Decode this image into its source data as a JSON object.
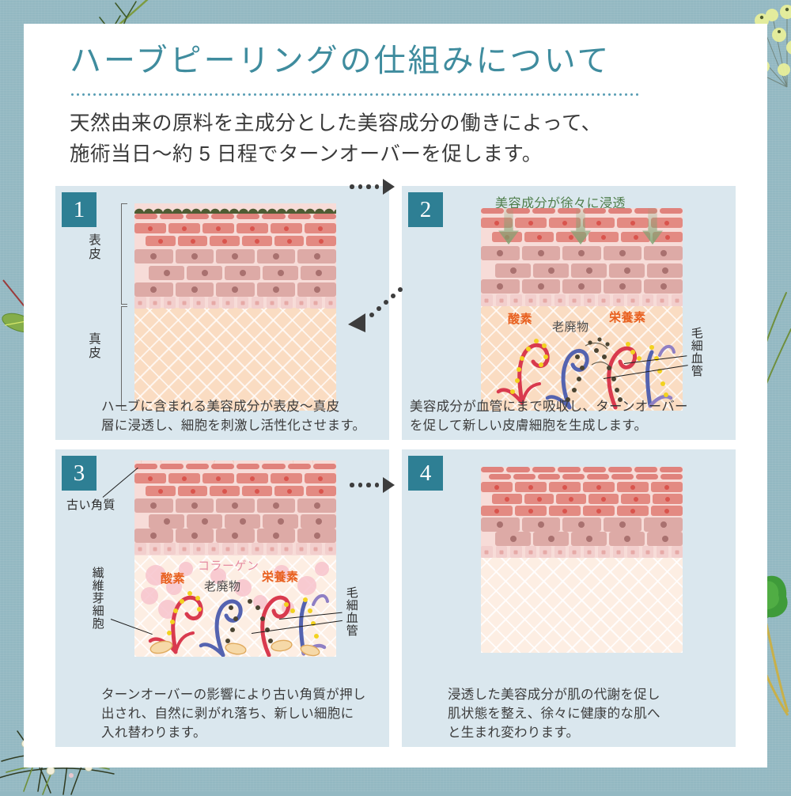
{
  "header": {
    "title": "ハーブピーリングの仕組みについて",
    "lead_line1": "天然由来の原料を主成分とした美容成分の働きによって、",
    "lead_line2": "施術当日〜約 5 日程でターンオーバーを促します。"
  },
  "colors": {
    "frame": "#93b8c2",
    "card": "#ffffff",
    "panel_bg": "#dae7ee",
    "badge_bg": "#2e7f94",
    "title": "#3f8c9e",
    "accent_orange": "#e8601f",
    "label_grey": "#4a4a4a",
    "green_label": "#4e7d4a",
    "collagen_pink": "#e58aa0",
    "epidermis_pink": "#ddaaa6",
    "dermis_peach": "#fadcc2",
    "herb_green": "#4e5c33"
  },
  "panels": [
    {
      "number": "1",
      "caption": "ハーブに含まれる美容成分が表皮〜真皮\n層に浸透し、細胞を刺激し活性化させます。",
      "layer_labels": {
        "epidermis": "表皮",
        "dermis": "真皮"
      }
    },
    {
      "number": "2",
      "caption": "美容成分が血管にまで吸収し、ターンオーバー\nを促して新しい皮膚細胞を生成します。",
      "annotations": {
        "penetration": "美容成分が徐々に浸透",
        "oxygen": "酸素",
        "waste": "老廃物",
        "nutrient": "栄養素",
        "capillary": "毛細血管"
      }
    },
    {
      "number": "3",
      "caption": "ターンオーバーの影響により古い角質が押し\n出され、自然に剥がれ落ち、新しい細胞に\n入れ替わります。",
      "annotations": {
        "old_keratin": "古い角質",
        "fibroblast": "繊維芽細胞",
        "collagen": "コラーゲン",
        "oxygen": "酸素",
        "waste": "老廃物",
        "nutrient": "栄養素",
        "capillary": "毛細血管"
      }
    },
    {
      "number": "4",
      "caption": "浸透した美容成分が肌の代謝を促し\n肌状態を整え、徐々に健康的な肌へ\nと生まれ変わります。"
    }
  ],
  "flow": {
    "arrow_1_to_2": "▶",
    "arrow_2_to_3": "▶",
    "arrow_3_to_4": "▶"
  }
}
